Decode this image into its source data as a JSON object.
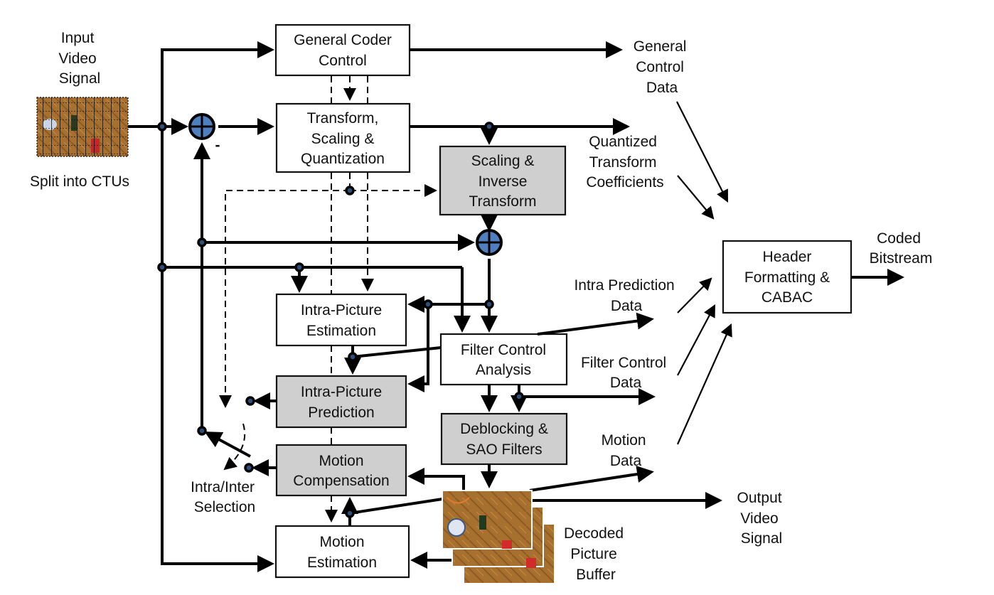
{
  "title": "HEVC Video Encoder Block Diagram",
  "labels": {
    "input_video": [
      "Input",
      "Video",
      "Signal"
    ],
    "split_ctus": "Split into CTUs",
    "general_control_data": [
      "General",
      "Control",
      "Data"
    ],
    "quantized_coeffs": [
      "Quantized",
      "Transform",
      "Coefficients"
    ],
    "coded_bitstream": [
      "Coded",
      "Bitstream"
    ],
    "intra_pred_data": [
      "Intra Prediction",
      "Data"
    ],
    "filter_control_data": [
      "Filter Control",
      "Data"
    ],
    "motion_data": [
      "Motion",
      "Data"
    ],
    "output_video": [
      "Output",
      "Video",
      "Signal"
    ],
    "decoded_picture_buffer": [
      "Decoded",
      "Picture",
      "Buffer"
    ],
    "intra_inter_selection": [
      "Intra/Inter",
      "Selection"
    ],
    "minus_sign": "-"
  },
  "blocks": {
    "general_coder_control": [
      "General Coder",
      "Control"
    ],
    "transform_scaling_quant": [
      "Transform,",
      "Scaling &",
      "Quantization"
    ],
    "scaling_inverse_transform": [
      "Scaling &",
      "Inverse",
      "Transform"
    ],
    "intra_picture_estimation": [
      "Intra-Picture",
      "Estimation"
    ],
    "intra_picture_prediction": [
      "Intra-Picture",
      "Prediction"
    ],
    "filter_control_analysis": [
      "Filter Control",
      "Analysis"
    ],
    "deblocking_sao": [
      "Deblocking &",
      "SAO Filters"
    ],
    "motion_compensation": [
      "Motion",
      "Compensation"
    ],
    "motion_estimation": [
      "Motion",
      "Estimation"
    ],
    "header_formatting_cabac": [
      "Header",
      "Formatting &",
      "CABAC"
    ]
  },
  "colors": {
    "gray_block": "#cfcfcf",
    "node_fill": "#2d4f7c",
    "summer_fill": "#4f7fbf",
    "image_wood": "#a8702e"
  }
}
